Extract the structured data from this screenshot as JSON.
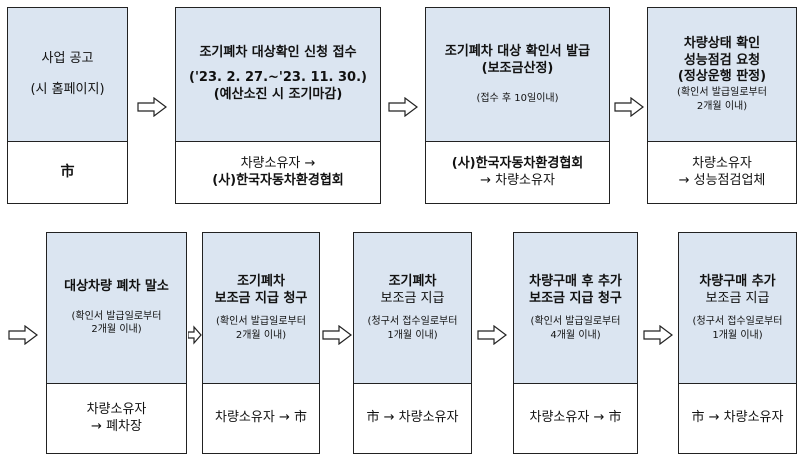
{
  "steps": [
    {
      "top": [
        "사업 공고",
        "(시 홈페이지)"
      ],
      "bottom": [
        "市"
      ]
    },
    {
      "top": [
        "조기폐차 대상확인 신청 접수",
        "('23. 2. 27.~'23. 11. 30.)",
        "(예산소진 시 조기마감)"
      ],
      "bottom": [
        "차량소유자 →",
        "(사)한국자동차환경협회"
      ]
    },
    {
      "top": [
        "조기폐차 대상 확인서 발급",
        "(보조금산정)",
        "(접수 후 10일이내)"
      ],
      "bottom": [
        "(사)한국자동차환경협회",
        "→ 차량소유자"
      ]
    },
    {
      "top": [
        "차량상태 확인",
        "성능점검 요청",
        "(정상운행 판정)",
        "(확인서 발급일로부터",
        "2개월 이내)"
      ],
      "bottom": [
        "차량소유자",
        "→ 성능점검업체"
      ]
    },
    {
      "top": [
        "대상차량 폐차 말소",
        "(확인서 발급일로부터",
        "2개월 이내)"
      ],
      "bottom": [
        "차량소유자",
        "→ 폐차장"
      ]
    },
    {
      "top": [
        "조기폐차",
        "보조금 지급 청구",
        "(확인서 발급일로부터",
        "2개월 이내)"
      ],
      "bottom": [
        "차량소유자 → 市"
      ]
    },
    {
      "top": [
        "조기폐차",
        "보조금 지급",
        "(청구서 접수일로부터",
        "1개월 이내)"
      ],
      "bottom": [
        "市 → 차량소유자"
      ]
    },
    {
      "top": [
        "차량구매 후 추가",
        "보조금 지급 청구",
        "(확인서 발급일로부터",
        "4개월 이내)"
      ],
      "bottom": [
        "차량소유자 → 市"
      ]
    },
    {
      "top": [
        "차량구매 추가",
        "보조금 지급",
        "(청구서 접수일로부터",
        "1개월 이내)"
      ],
      "bottom": [
        "市 → 차량소유자"
      ]
    }
  ],
  "colors": {
    "header_fill": "#dbe5f1",
    "border": "#222222"
  },
  "icons": {
    "connector": "hollow-right-arrow-icon"
  }
}
